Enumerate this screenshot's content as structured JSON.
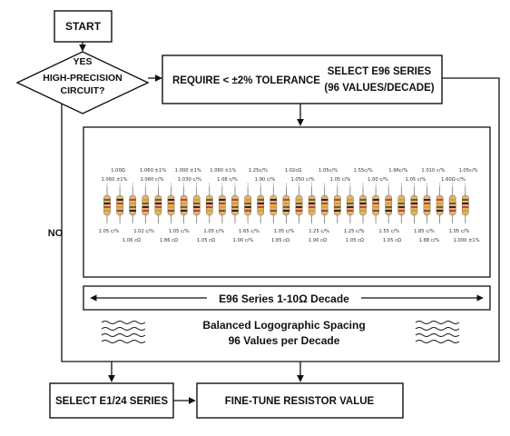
{
  "start": "START",
  "decision": {
    "line1": "YES",
    "line2": "HIGH-PRECISION",
    "line3": "CIRCUIT?"
  },
  "no_label": "NO",
  "requirement": "REQUIRE < ±2% TOLERANCE",
  "select_e96": {
    "line1": "SELECT E96 SERIES",
    "line2": "(96 VALUES/DECADE)"
  },
  "decade_label": "E96 Series 1-10Ω Decade",
  "spacing": {
    "line1": "Balanced Logographic Spacing",
    "line2": "96 Values per Decade"
  },
  "select_e124": "SELECT E1/24 SERIES",
  "fine_tune": "FINE-TUNE RESISTOR VALUE",
  "resistors": {
    "top_row1": [
      "1.00Ω",
      "1.060 ±1%",
      "1.000 ±1%",
      "1.060 ±1%",
      "1.25c/%",
      "1.02cΩ",
      "1.05c/%",
      "1.55c/%",
      "1.96c/%",
      "1.010 c/%",
      "1.05c/%"
    ],
    "top_row2": [
      "1.060 ±1%",
      "1.060 c/%",
      "1.030 c/%",
      "1.08 c/%",
      "1.90 c/%",
      "1.050 c/%",
      "1.05 c/%",
      "1.00 c/%",
      "1.05 c/%",
      "1.60Ω c/%"
    ],
    "bot_row1": [
      "1.05 c/%",
      "1.02 c/%",
      "1.05 c/%",
      "1.05 c/%",
      "1.65 c/%",
      "1.05 c/%",
      "1.25 c/%",
      "1.25 c/%",
      "1.55 c/%",
      "1.85 c/%",
      "1.05 c/%"
    ],
    "bot_row2": [
      "1.06 cΩ",
      "1.86 cΩ",
      "1.05 cΩ",
      "1.00 c/%",
      "1.85 cΩ",
      "1.90 cΩ",
      "1.05 cΩ",
      "1.05 cΩ",
      "1.88 c/%",
      "1.000 ±1%"
    ]
  }
}
